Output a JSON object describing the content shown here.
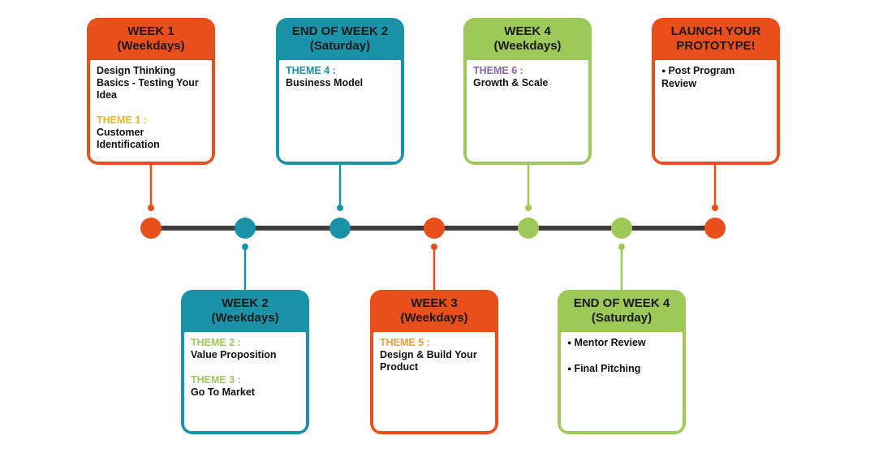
{
  "colors": {
    "orange": "#e94e1b",
    "teal": "#1a93a8",
    "green": "#9cc957",
    "line": "#3d3d3d",
    "theme_yellow": "#f3b51b",
    "theme_green": "#9cc957",
    "theme_teal": "#1a93a8",
    "theme_orange": "#f39a3b",
    "theme_purple": "#8a63b3"
  },
  "cards": {
    "week1": {
      "title": "WEEK 1",
      "subtitle": "(Weekdays)",
      "intro": "Design Thinking Basics - Testing Your Idea",
      "theme1_label": "THEME 1 :",
      "theme1_text": "Customer Identification"
    },
    "week2end": {
      "title": "END OF WEEK 2",
      "subtitle": "(Saturday)",
      "theme4_label": "THEME 4 :",
      "theme4_text": "Business Model"
    },
    "week4": {
      "title": "WEEK 4",
      "subtitle": "(Weekdays)",
      "theme6_label": "THEME 6 :",
      "theme6_text": "Growth & Scale"
    },
    "launch": {
      "title": "LAUNCH YOUR",
      "subtitle": "PROTOTYPE!",
      "bullet1": "Post Program Review"
    },
    "week2": {
      "title": "WEEK 2",
      "subtitle": "(Weekdays)",
      "theme2_label": "THEME 2 :",
      "theme2_text": "Value Proposition",
      "theme3_label": "THEME 3 :",
      "theme3_text": "Go To Market"
    },
    "week3": {
      "title": "WEEK 3",
      "subtitle": "(Weekdays)",
      "theme5_label": "THEME 5 :",
      "theme5_text": "Design & Build Your Product"
    },
    "week4end": {
      "title": "END OF WEEK 4",
      "subtitle": "(Saturday)",
      "bullet1": "Mentor Review",
      "bullet2": "Final Pitching"
    }
  }
}
